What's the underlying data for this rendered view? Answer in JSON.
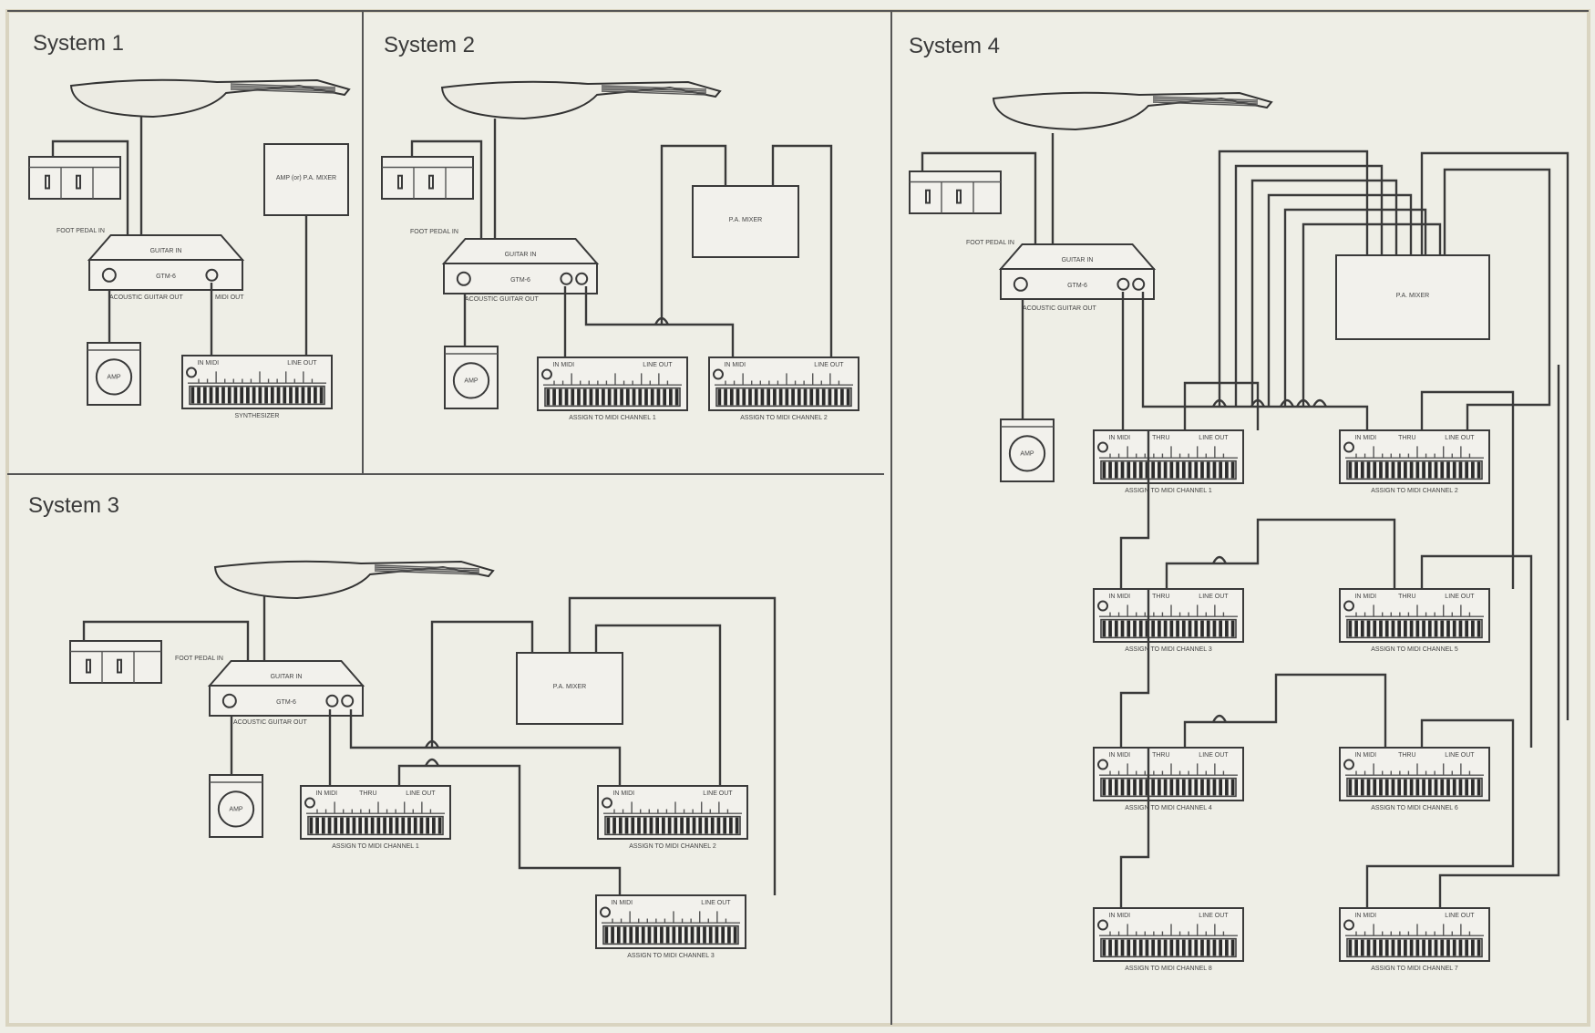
{
  "systems": [
    {
      "title": "System 1"
    },
    {
      "title": "System 2"
    },
    {
      "title": "System 3"
    },
    {
      "title": "System 4"
    }
  ],
  "device_labels": {
    "foot_pedal_in": "FOOT PEDAL IN",
    "guitar_in": "GUITAR IN",
    "converter": "GTM-6",
    "acoustic_guitar_out": "ACOUSTIC GUITAR OUT",
    "midi_out": "MIDI OUT",
    "amp": "AMP",
    "amp_or_pa_mixer": "AMP (or) P.A. MIXER",
    "pa_mixer": "P.A. MIXER",
    "synthesizer": "SYNTHESIZER",
    "midi_in": "IN MIDI",
    "midi_thru": "THRU",
    "line_out": "LINE OUT"
  },
  "channel_labels": [
    "ASSIGN TO MIDI CHANNEL 1",
    "ASSIGN TO MIDI CHANNEL 2",
    "ASSIGN TO MIDI CHANNEL 3",
    "ASSIGN TO MIDI CHANNEL 4",
    "ASSIGN TO MIDI CHANNEL 5",
    "ASSIGN TO MIDI CHANNEL 6",
    "ASSIGN TO MIDI CHANNEL 7",
    "ASSIGN TO MIDI CHANNEL 8"
  ]
}
